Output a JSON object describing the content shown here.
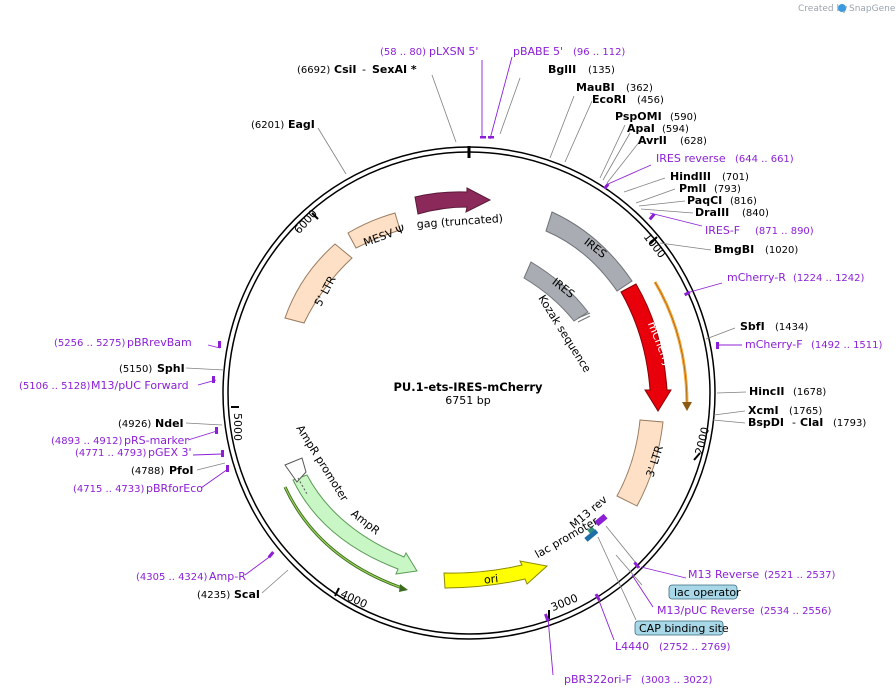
{
  "header": {
    "created_by": "Created by",
    "brand": "SnapGene"
  },
  "plasmid": {
    "name": "PU.1-ets-IRES-mCherry",
    "length_label": "6751 bp",
    "length": 6751
  },
  "ticks": [
    "1000",
    "2000",
    "3000",
    "4000",
    "5000",
    "6000"
  ],
  "features": {
    "gag": "gag (truncated)",
    "mesv": "MESV Ψ",
    "ltr5": "5' LTR",
    "ires1": "IRES",
    "ires2": "IRES",
    "kozak": "Kozak sequence",
    "mcherry": "mCherry",
    "ltr3": "3' LTR",
    "m13rev": "M13 rev",
    "lacprom": "lac promoter",
    "ori": "ori",
    "ampr": "AmpR",
    "amprprom": "AmpR promoter"
  },
  "enzymes": {
    "csi": {
      "name": "CsiI",
      "sep": "-",
      "name2": "SexAI *",
      "pos": "(6692)"
    },
    "bgl": {
      "name": "BglII",
      "pos": "(135)"
    },
    "mau": {
      "name": "MauBI",
      "pos": "(362)"
    },
    "eco": {
      "name": "EcoRI",
      "pos": "(456)"
    },
    "psp": {
      "name": "PspOMI",
      "pos": "(590)"
    },
    "apa": {
      "name": "ApaI",
      "pos": "(594)"
    },
    "avr": {
      "name": "AvrII",
      "pos": "(628)"
    },
    "hind": {
      "name": "HindIII",
      "pos": "(701)"
    },
    "pml": {
      "name": "PmlI",
      "pos": "(793)"
    },
    "paq": {
      "name": "PaqCI",
      "pos": "(816)"
    },
    "dra": {
      "name": "DraIII",
      "pos": "(840)"
    },
    "bmg": {
      "name": "BmgBI",
      "pos": "(1020)"
    },
    "sbf": {
      "name": "SbfI",
      "pos": "(1434)"
    },
    "hinc": {
      "name": "HincII",
      "pos": "(1678)"
    },
    "xcm": {
      "name": "XcmI",
      "pos": "(1765)"
    },
    "bsp": {
      "name": "BspDI",
      "sep": "-",
      "name2": "ClaI",
      "pos": "(1793)"
    },
    "eag": {
      "name": "EagI",
      "pos": "(6201)"
    },
    "sph": {
      "name": "SphI",
      "pos": "(5150)"
    },
    "nde": {
      "name": "NdeI",
      "pos": "(4926)"
    },
    "pfo": {
      "name": "PfoI",
      "pos": "(4788)"
    },
    "sca": {
      "name": "ScaI",
      "pos": "(4235)"
    }
  },
  "primers": {
    "plxsn": {
      "name": "pLXSN 5'",
      "range": "(58 .. 80)"
    },
    "pbabe": {
      "name": "pBABE 5'",
      "range": "(96 .. 112)"
    },
    "iresrev": {
      "name": "IRES reverse",
      "range": "(644 .. 661)"
    },
    "iresf": {
      "name": "IRES-F",
      "range": "(871 .. 890)"
    },
    "mchr": {
      "name": "mCherry-R",
      "range": "(1224 .. 1242)"
    },
    "mchf": {
      "name": "mCherry-F",
      "range": "(1492 .. 1511)"
    },
    "m13r": {
      "name": "M13 Reverse",
      "range": "(2521 .. 2537)"
    },
    "m13puc": {
      "name": "M13/pUC Reverse",
      "range": "(2534 .. 2556)"
    },
    "l4440": {
      "name": "L4440",
      "range": "(2752 .. 2769)"
    },
    "pbr322": {
      "name": "pBR322ori-F",
      "range": "(3003 .. 3022)"
    },
    "pbrrevbam": {
      "name": "pBRrevBam",
      "range": "(5256 .. 5275)"
    },
    "m13pucf": {
      "name": "M13/pUC Forward",
      "range": "(5106 .. 5128)"
    },
    "prs": {
      "name": "pRS-marker",
      "range": "(4893 .. 4912)"
    },
    "pgex": {
      "name": "pGEX 3'",
      "range": "(4771 .. 4793)"
    },
    "pbrfor": {
      "name": "pBRforEco",
      "range": "(4715 .. 4733)"
    },
    "ampr": {
      "name": "Amp-R",
      "range": "(4305 .. 4324)"
    }
  },
  "boxes": {
    "lacop": "lac operator",
    "cap": "CAP binding site"
  },
  "colors": {
    "gag": "#8b2a5a",
    "mesv": "#fde0c5",
    "ltr": "#fde0c5",
    "ires": "#a9adb3",
    "mcherry": "#e8000b",
    "ori": "#ffff00",
    "ampr": "#c8f7c5",
    "primer": "#8c1fd6",
    "box": "#a8d8e8",
    "orange": "#f3a43a"
  }
}
